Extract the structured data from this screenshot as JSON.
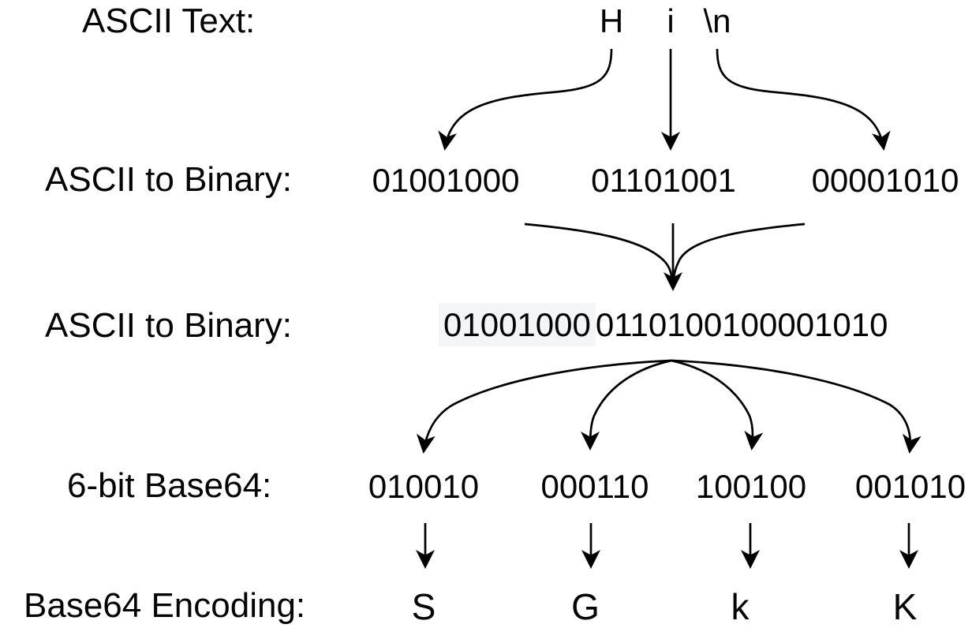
{
  "diagram": {
    "title": "Base64 encoding process diagram",
    "colors": {
      "background": "#ffffff",
      "text": "#050505",
      "bit_highlight": "#f4f5f7"
    },
    "rows": {
      "ascii_text": {
        "label": "ASCII Text:",
        "values": [
          "H",
          "i",
          "\\n"
        ]
      },
      "ascii_to_binary": {
        "label": "ASCII to Binary:",
        "values": [
          "01001000",
          "01101001",
          "00001010"
        ]
      },
      "binary_concat": {
        "label": "ASCII to Binary:",
        "highlighted_bits": "01001000",
        "remaining_bits": "0110100100001010"
      },
      "six_bit_base64": {
        "label": "6-bit Base64:",
        "values": [
          "010010",
          "000110",
          "100100",
          "001010"
        ]
      },
      "base64_encoding": {
        "label": "Base64 Encoding:",
        "values": [
          "S",
          "G",
          "k",
          "K"
        ]
      }
    }
  }
}
